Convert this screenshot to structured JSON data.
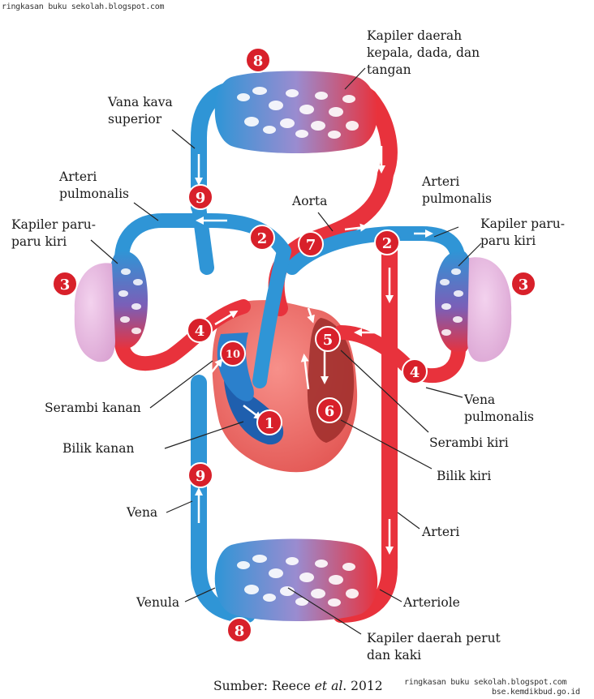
{
  "watermarks": {
    "top_left": "ringkasan buku sekolah.blogspot.com",
    "bottom_right_line1": "ringkasan buku sekolah.blogspot.com",
    "bottom_right_line2": "bse.kemdikbud.go.id"
  },
  "labels": {
    "kapiler_kepala": [
      "Kapiler daerah",
      "kepala, dada, dan",
      "tangan"
    ],
    "vena_kava": [
      "Vana kava",
      "superior"
    ],
    "arteri_pulmonalis_left": [
      "Arteri",
      "pulmonalis"
    ],
    "arteri_pulmonalis_right": [
      "Arteri",
      "pulmonalis"
    ],
    "aorta": "Aorta",
    "kapiler_paru_left": [
      "Kapiler paru-",
      "paru kiri"
    ],
    "kapiler_paru_right": [
      "Kapiler paru-",
      "paru kiri"
    ],
    "serambi_kanan": "Serambi kanan",
    "bilik_kanan": "Bilik kanan",
    "vena": "Vena",
    "venula": "Venula",
    "vena_pulmonalis": [
      "Vena",
      "pulmonalis"
    ],
    "serambi_kiri": "Serambi kiri",
    "bilik_kiri": "Bilik kiri",
    "arteri": "Arteri",
    "arteriole": "Arteriole",
    "kapiler_perut": [
      "Kapiler daerah perut",
      "dan kaki"
    ]
  },
  "source": {
    "prefix": "Sumber: Reece ",
    "italic": "et al",
    "suffix": ". 2012"
  },
  "step_numbers": {
    "n1": "1",
    "n2a": "2",
    "n2b": "2",
    "n3a": "3",
    "n3b": "3",
    "n4a": "4",
    "n4b": "4",
    "n5": "5",
    "n6": "6",
    "n7": "7",
    "n8a": "8",
    "n8b": "8",
    "n9a": "9",
    "n9b": "9",
    "n10": "10"
  },
  "colors": {
    "oxygenated": "#e8323c",
    "deoxygenated": "#2f95d6",
    "heart": "#ee6a66",
    "lung": "#e7b3de",
    "marker": "#d8202a"
  }
}
